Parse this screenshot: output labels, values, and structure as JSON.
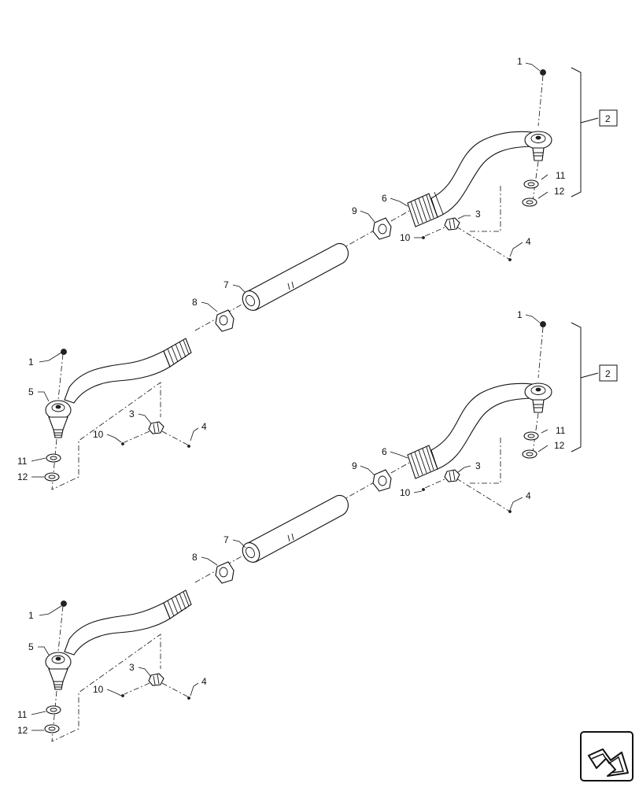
{
  "callouts": {
    "n1": "1",
    "n2": "2",
    "n3": "3",
    "n4": "4",
    "n5": "5",
    "n6": "6",
    "n7": "7",
    "n8": "8",
    "n9": "9",
    "n10": "10",
    "n11": "11",
    "n12": "12"
  },
  "icons": {
    "nav": "next-page-arrow-icon"
  }
}
